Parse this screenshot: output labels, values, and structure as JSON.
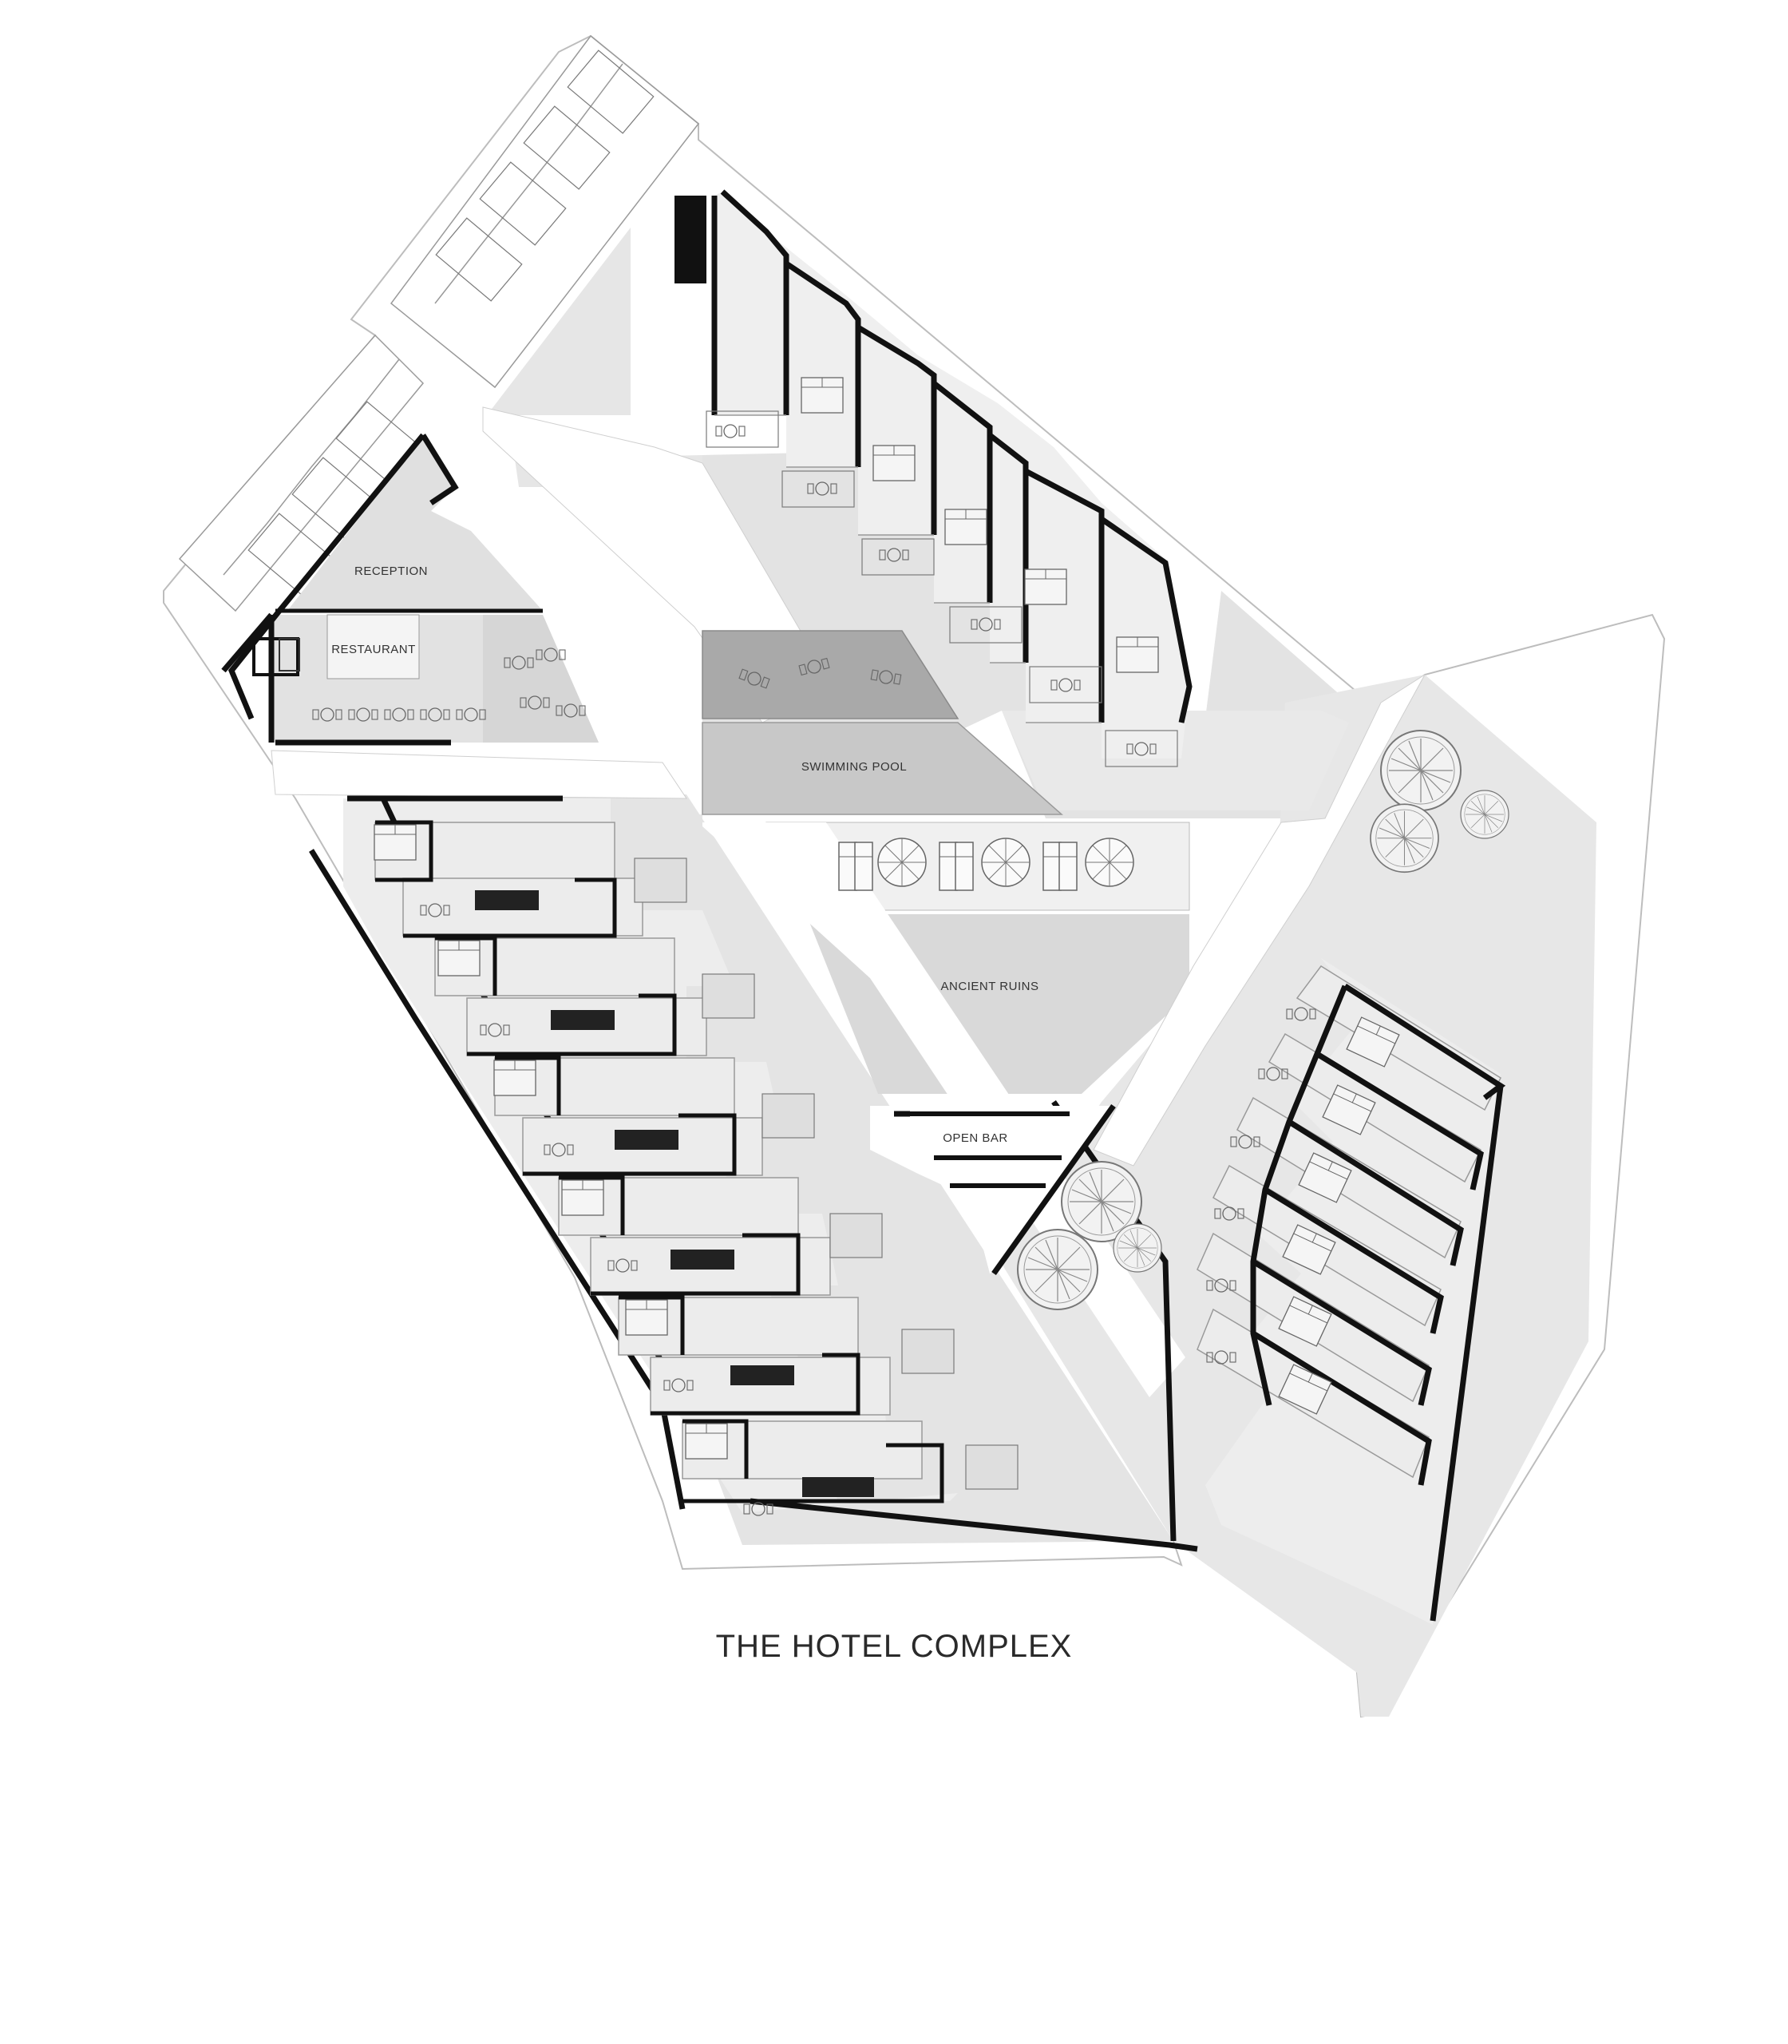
{
  "title": "THE HOTEL COMPLEX",
  "areas": {
    "reception": "RECEPTION",
    "restaurant": "RESTAURANT",
    "swimming_pool": "SWIMMING POOL",
    "ancient_ruins": "ANCIENT RUINS",
    "open_bar": "OPEN BAR"
  },
  "colors": {
    "background": "#ffffff",
    "courtyard": "#e6e6e6",
    "plaza": "#dcdcdc",
    "pool_deep": "#a9a9a9",
    "pool_shallow": "#c8c8c8",
    "wall": "#111111",
    "line": "#9a9a9a"
  },
  "icons": [
    "tree-icon",
    "umbrella-icon",
    "sunbed-icon",
    "table-chairs-icon",
    "bed-icon"
  ]
}
